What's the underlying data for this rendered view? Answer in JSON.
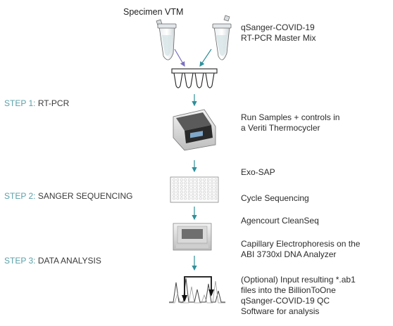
{
  "specimen_label": "Specimen VTM",
  "mastermix": {
    "line1": "qSanger-COVID-19",
    "line2": "RT-PCR Master Mix"
  },
  "steps": [
    {
      "key": "STEP 1:",
      "name": "RT-PCR"
    },
    {
      "key": "STEP 2:",
      "name": "SANGER SEQUENCING"
    },
    {
      "key": "STEP 3:",
      "name": "DATA ANALYSIS"
    }
  ],
  "thermocycler": {
    "line1": "Run Samples + controls in",
    "line2": "a Veriti Thermocycler"
  },
  "exo_sap": "Exo-SAP",
  "cycle_seq": "Cycle Sequencing",
  "cleanseq": "Agencourt CleanSeq",
  "electrophoresis": {
    "line1": "Capillary Electrophoresis on the",
    "line2": "ABI 3730xl DNA Analyzer"
  },
  "analysis": {
    "line1": "(Optional) Input resulting *.ab1",
    "line2": "files into the BillionToOne",
    "line3": "qSanger-COVID-19 QC",
    "line4": "Software for analysis"
  },
  "colors": {
    "accent": "#5aa0a8",
    "arrow_teal": "#2f8f9a",
    "arrow_purple": "#7a6fc0"
  }
}
